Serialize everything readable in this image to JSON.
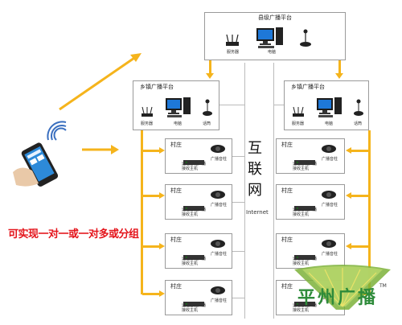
{
  "county_platform": {
    "title": "县级广播平台",
    "labels": [
      "服务器",
      "电脑",
      ""
    ]
  },
  "township_left": {
    "title": "乡镇广播平台",
    "labels": [
      "服务器",
      "电脑",
      "话筒"
    ]
  },
  "township_right": {
    "title": "乡镇广播平台",
    "labels": [
      "服务器",
      "电脑",
      "话筒"
    ]
  },
  "internet": {
    "label_cn": [
      "互",
      "联",
      "网"
    ],
    "label_en": "Internet"
  },
  "villages_left": [
    {
      "title": "村庄",
      "device_label": "远程智能广播\n接收主机",
      "speaker_label": "广播音柱"
    },
    {
      "title": "村庄",
      "device_label": "远程智能广播\n接收主机",
      "speaker_label": "广播音柱"
    },
    {
      "title": "村庄",
      "device_label": "远程智能广播\n接收主机",
      "speaker_label": "广播音柱"
    },
    {
      "title": "村庄",
      "device_label": "远程智能广播\n接收主机",
      "speaker_label": "广播音柱"
    }
  ],
  "villages_right": [
    {
      "title": "村庄",
      "device_label": "远程智能广播\n接收主机",
      "speaker_label": "广播音柱"
    },
    {
      "title": "村庄",
      "device_label": "远程智能广播\n接收主机",
      "speaker_label": "广播音柱"
    },
    {
      "title": "村庄",
      "device_label": "远程智能广播\n接收主机",
      "speaker_label": "广播音柱"
    },
    {
      "title": "村庄",
      "device_label": "远程智能广播\n接收主机",
      "speaker_label": "广播音柱"
    }
  ],
  "slogan": "可实现一对一或一对多或分组",
  "watermark": {
    "text": "平州广播",
    "tm": "TM"
  },
  "colors": {
    "accent_yellow": "#f5b41c",
    "slogan_red": "#e4141b",
    "watermark_green": "#2e8b3a"
  }
}
